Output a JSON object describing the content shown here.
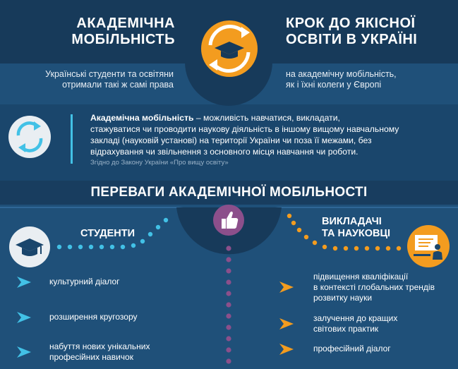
{
  "header": {
    "left_title": "АКАДЕМІЧНА МОБІЛЬНІСТЬ",
    "right_title": "КРОК ДО ЯКІСНОЇ ОСВІТИ В УКРАЇНІ",
    "left_subtitle_line1": "Українські студенти та освітяни",
    "left_subtitle_line2": "отримали такі ж самі права",
    "right_subtitle_line1": "на академічну мобільність,",
    "right_subtitle_line2": "як і їхні колеги у Європі"
  },
  "definition": {
    "term": "Академічна мобільність",
    "line1": " – можливість навчатися, викладати,",
    "line2": "стажуватися чи проводити наукову діяльність в іншому вищому навчальному",
    "line3": "закладі (науковій установі) на території України чи поза її межами, без",
    "line4": "відрахування чи звільнення з основного місця навчання чи роботи.",
    "source": "Згідно до Закону України «Про вищу освіту»"
  },
  "benefits": {
    "title": "ПЕРЕВАГИ АКАДЕМІЧНОЇ  МОБІЛЬНОСТІ",
    "students": {
      "label": "СТУДЕНТИ",
      "items": [
        {
          "line1": "культурний діалог",
          "line2": ""
        },
        {
          "line1": "розширення кругозору",
          "line2": ""
        },
        {
          "line1": "набуття нових унікальних",
          "line2": "професійних навичок"
        }
      ]
    },
    "teachers": {
      "label_line1": "ВИКЛАДАЧІ",
      "label_line2": "ТА НАУКОВЦІ",
      "items": [
        {
          "line1": "підвищення кваліфікації",
          "line2": "в контексті глобальних трендів",
          "line3": "розвитку науки"
        },
        {
          "line1": "залучення до кращих",
          "line2": "світових практик",
          "line3": ""
        },
        {
          "line1": "професійний діалог",
          "line2": "",
          "line3": ""
        }
      ]
    }
  },
  "colors": {
    "accent_orange": "#f39c1f",
    "accent_cyan": "#42c1e6",
    "accent_purple": "#8c4f8b",
    "dark_navy": "#173a5a"
  }
}
